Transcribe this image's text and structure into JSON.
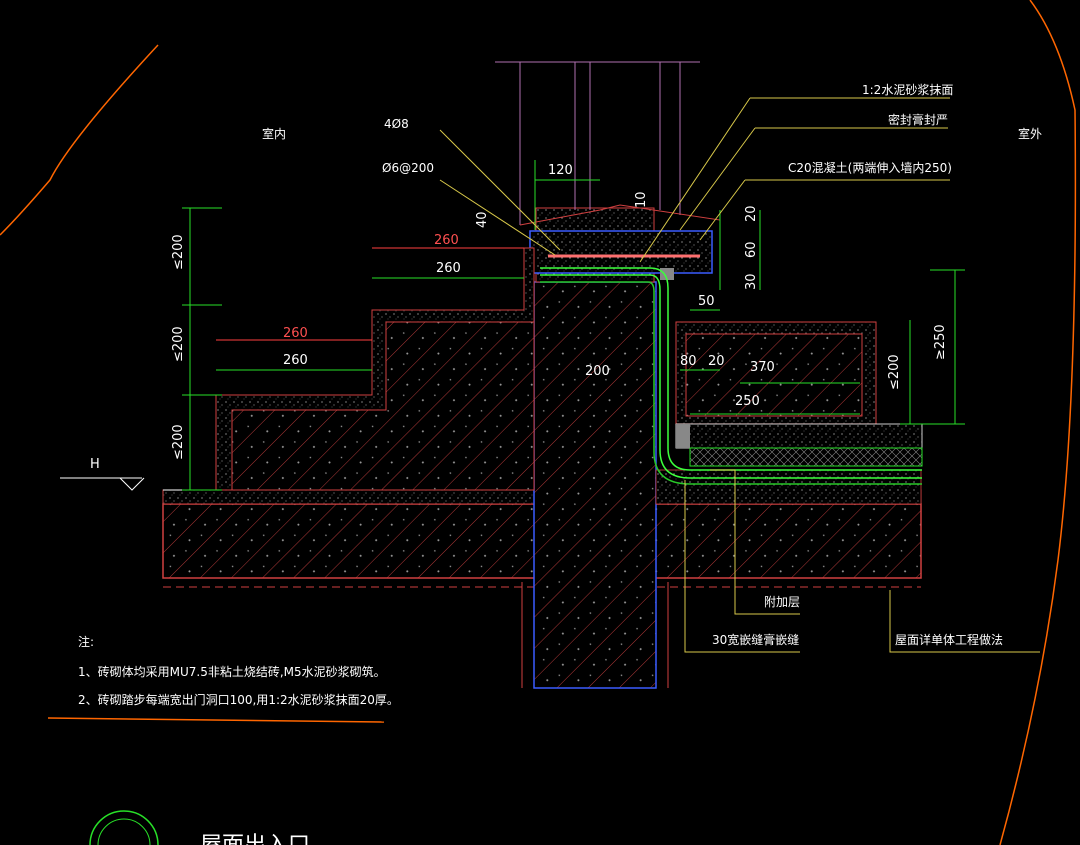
{
  "labels": {
    "indoor": "室内",
    "outdoor": "室外",
    "h_mark": "H",
    "rebar_main": "4Ø8",
    "rebar_stirrup": "Ø6@200",
    "plaster": "1:2水泥砂浆抹面",
    "sealant": "密封膏封严",
    "concrete": "C20混凝土(两端伸入墙内250)",
    "extra_layer": "附加层",
    "wide_joint": "30宽嵌缝膏嵌缝",
    "roof_note": "屋面详单体工程做法"
  },
  "dims": {
    "d120": "120",
    "d10": "10",
    "d40": "40",
    "d20a": "20",
    "d60": "60",
    "d30": "30",
    "d50": "50",
    "d80": "80",
    "d20b": "20",
    "d370": "370",
    "d250": "250",
    "d200": "200",
    "step_a1": "260",
    "step_a2": "260",
    "step_b1": "260",
    "step_b2": "260",
    "le200_1": "≤200",
    "le200_2": "≤200",
    "le200_3": "≤200",
    "le200_4": "≤200",
    "ge250": "≥250"
  },
  "notes": {
    "title": "注:",
    "line1": "1、砖砌体均采用MU7.5非粘土烧结砖,M5水泥砂浆砌筑。",
    "line2": "2、砖砌踏步每端宽出门洞口100,用1:2水泥砂浆抹面20厚。"
  },
  "bottom": {
    "title_partial": "屋面出入口"
  },
  "colors": {
    "bg": "#000000",
    "structure": "#d04040",
    "slab_edge": "#3a5cff",
    "dim_line": "#28e028",
    "leader": "#d8c84a",
    "outline": "#ff6600",
    "rebar": "#ff7070",
    "waterproof": "#3cff3c"
  }
}
